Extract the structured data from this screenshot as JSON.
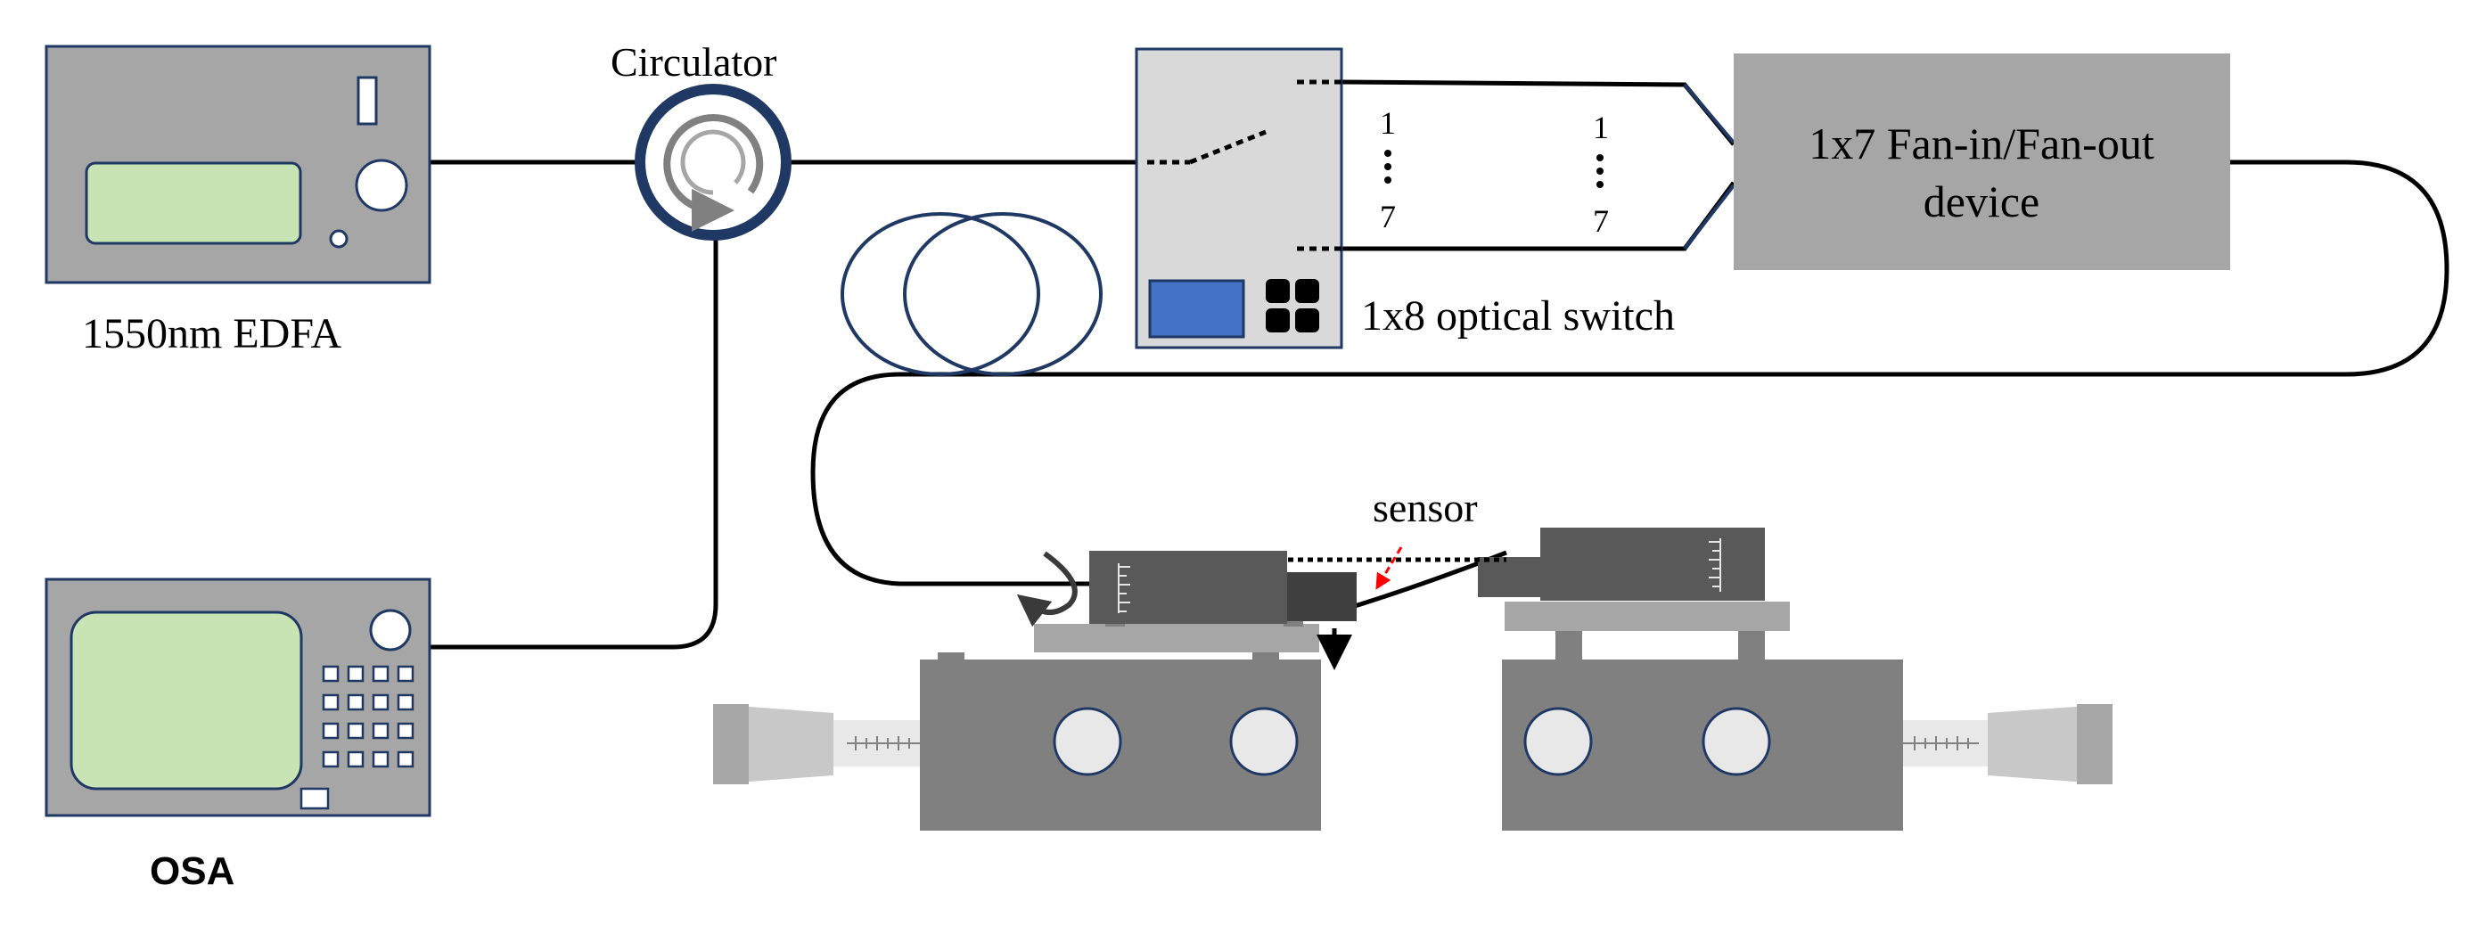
{
  "edfa": {
    "label": "1550nm EDFA"
  },
  "circulator": {
    "label": "Circulator"
  },
  "switch": {
    "label": "1x8 optical switch",
    "port_top": "1",
    "port_bottom": "7"
  },
  "fan": {
    "port_top": "1",
    "port_bottom": "7",
    "label_line1": "1x7 Fan-in/Fan-out",
    "label_line2": "device"
  },
  "osa": {
    "label": "OSA"
  },
  "sensor": {
    "label": "sensor"
  },
  "colors": {
    "panel_gray": "#a6a6a6",
    "screen_green": "#c9e4b4",
    "navy": "#1f3864",
    "switch_body": "#d9d9d9",
    "switch_screen": "#4472c4",
    "stage_dark": "#595959",
    "stage_mid": "#808080",
    "fan_box": "#a6a6a6",
    "sensor_arrow": "#ff0000"
  }
}
